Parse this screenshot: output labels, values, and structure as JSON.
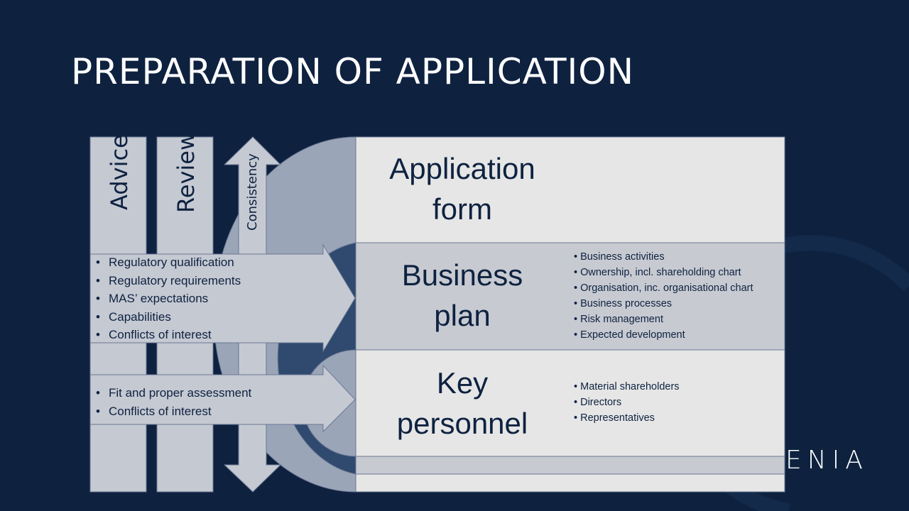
{
  "title": "PREPARATION OF APPLICATION",
  "columns": {
    "advice": "Advice",
    "review": "Review",
    "consistency": "Consistency"
  },
  "arrows": {
    "business_plan_inputs": [
      "Regulatory qualification",
      "Regulatory requirements",
      "MAS’ expectations",
      "Capabilities",
      "Conflicts of interest"
    ],
    "key_personnel_inputs": [
      "Fit and proper assessment",
      "Conflicts of interest"
    ]
  },
  "sections": {
    "application_form": {
      "title_line1": "Application",
      "title_line2": "form"
    },
    "business_plan": {
      "title_line1": "Business",
      "title_line2": "plan",
      "items": [
        "Business activities",
        "Ownership, incl. shareholding chart",
        "Organisation, inc. organisational chart",
        "Business processes",
        "Risk management",
        "Expected development"
      ]
    },
    "key_personnel": {
      "title_line1": "Key",
      "title_line2": "personnel",
      "items": [
        "Material shareholders",
        "Directors",
        "Representatives"
      ]
    }
  },
  "logo_text": "ENIA",
  "colors": {
    "background": "#0e2240",
    "light_box": "#e6e6e6",
    "mid_box": "#c7cad1",
    "arc_light": "#9aa5b8",
    "arc_dark": "#2f4a6e"
  }
}
